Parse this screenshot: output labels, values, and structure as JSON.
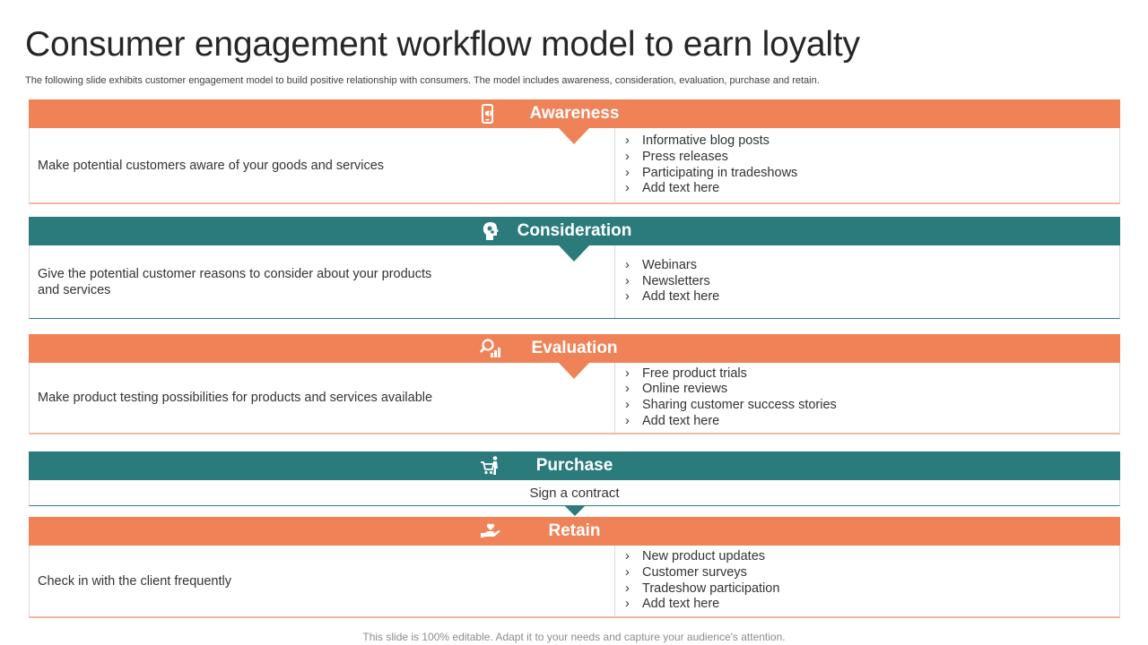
{
  "title": "Consumer engagement workflow model to earn loyalty",
  "subtitle": "The following slide exhibits customer engagement model to build positive relationship with consumers. The model includes awareness, consideration, evaluation, purchase and retain.",
  "colors": {
    "orange": "#f08258",
    "teal": "#2c7b7c"
  },
  "stages": [
    {
      "name": "Awareness",
      "icon": "phone-megaphone-icon",
      "description": "Make potential customers aware of your goods and services",
      "items": [
        "Informative blog posts",
        "Press releases",
        "Participating in tradeshows",
        "Add text here"
      ]
    },
    {
      "name": "Consideration",
      "icon": "head-gears-icon",
      "description": "Give the potential customer reasons to consider about your products and services",
      "items": [
        "Webinars",
        "Newsletters",
        "Add text here"
      ]
    },
    {
      "name": "Evaluation",
      "icon": "magnifier-chart-icon",
      "description": "Make product testing possibilities for products and services available",
      "items": [
        "Free product trials",
        "Online reviews",
        "Sharing customer success stories",
        "Add text here"
      ]
    },
    {
      "name": "Purchase",
      "icon": "shopping-cart-person-icon",
      "description": "Sign a contract"
    },
    {
      "name": "Retain",
      "icon": "hand-heart-icon",
      "description": "Check in with the client frequently",
      "items": [
        "New product updates",
        "Customer surveys",
        "Tradeshow participation",
        "Add text here"
      ]
    }
  ],
  "footer": "This slide is 100% editable. Adapt it to your needs and capture your audience's attention."
}
